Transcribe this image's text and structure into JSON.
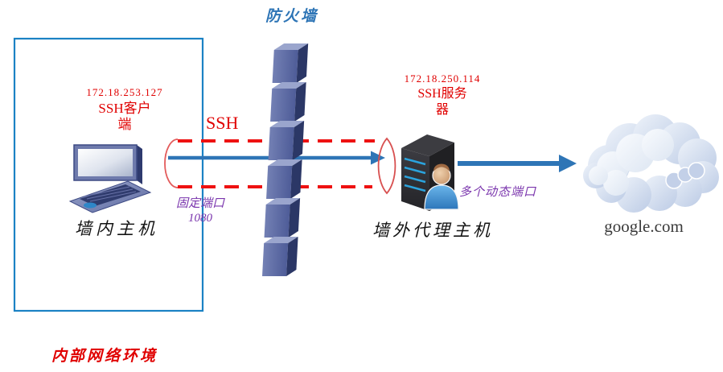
{
  "firewall": {
    "label": "防火墙"
  },
  "internal_zone": {
    "label": "内部网络环境"
  },
  "client": {
    "ip": "172.18.253.127",
    "role_line1": "SSH客户",
    "role_line2": "端",
    "host_label": "墙内主机"
  },
  "tunnel": {
    "protocol_label": "SSH",
    "fixed_port_line1": "固定端口",
    "fixed_port_line2": "1080",
    "dynamic_ports_label": "多个动态端口"
  },
  "server": {
    "ip": "172.18.250.114",
    "role_line1": "SSH服务",
    "role_line2": "器",
    "host_label": "墙外代理主机"
  },
  "internet": {
    "label": "google.com"
  },
  "colors": {
    "red_accent": "#e00000",
    "purple_accent": "#7a35ad",
    "arrow_blue": "#2e75b6",
    "zone_border_blue": "#1b82c4",
    "firewall_brick": "#5d6aa0",
    "firewall_label_blue": "#2e75b6"
  },
  "icons": [
    "laptop-icon",
    "firewall-wall-icon",
    "server-tower-icon",
    "user-avatar-icon",
    "cloud-icon",
    "arrow-right-icon",
    "tunnel-opening-left-icon",
    "tunnel-opening-right-icon"
  ]
}
